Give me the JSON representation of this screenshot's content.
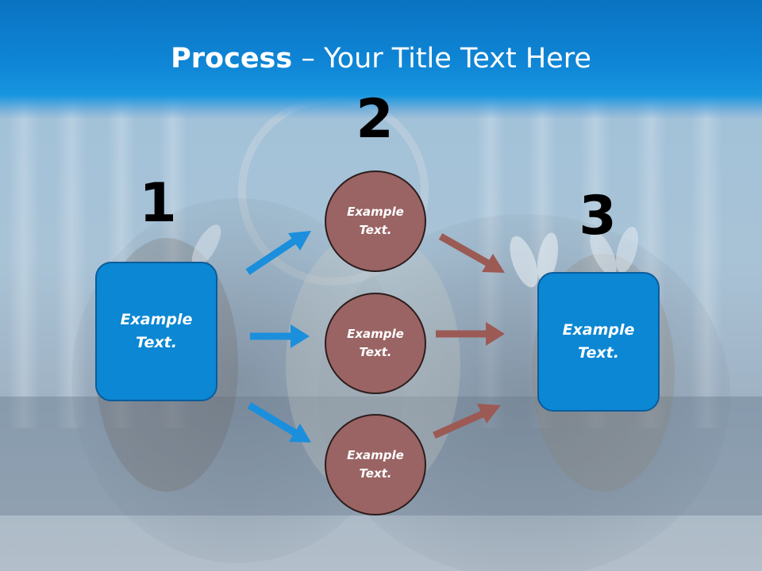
{
  "title": {
    "bold": "Process",
    "rest": " – Your Title Text Here"
  },
  "steps": {
    "one": {
      "number": "1",
      "text": "Example\nText."
    },
    "two": {
      "number": "2"
    },
    "three": {
      "number": "3",
      "text": "Example\nText."
    }
  },
  "circles": [
    {
      "text": "Example\nText."
    },
    {
      "text": "Example\nText."
    },
    {
      "text": "Example\nText."
    }
  ],
  "colors": {
    "box_fill": "#0b87d3",
    "circle_fill": "#9a6464",
    "arrow_blue": "#1b8fdc",
    "arrow_brown": "#9c5a55",
    "title_band": "#0f86d6"
  }
}
